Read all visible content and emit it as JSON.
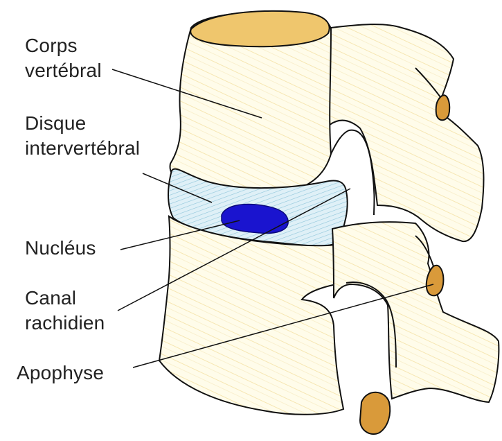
{
  "labels": {
    "corps": {
      "line1": "Corps",
      "line2": "vertébral"
    },
    "disque": {
      "line1": "Disque",
      "line2": "intervertébral"
    },
    "nucleus": "Nucléus",
    "canal": {
      "line1": "Canal",
      "line2": "rachidien"
    },
    "apophyse": "Apophyse"
  },
  "colors": {
    "outline": "#111111",
    "bone_fill": "#fffbe7",
    "bone_texture": "#f3dfa0",
    "endplate": "#e8b85a",
    "disc": "#cfe8f2",
    "disc_lines": "#8ec5da",
    "nucleus": "#1a14cf",
    "facet": "#d99a3a"
  }
}
